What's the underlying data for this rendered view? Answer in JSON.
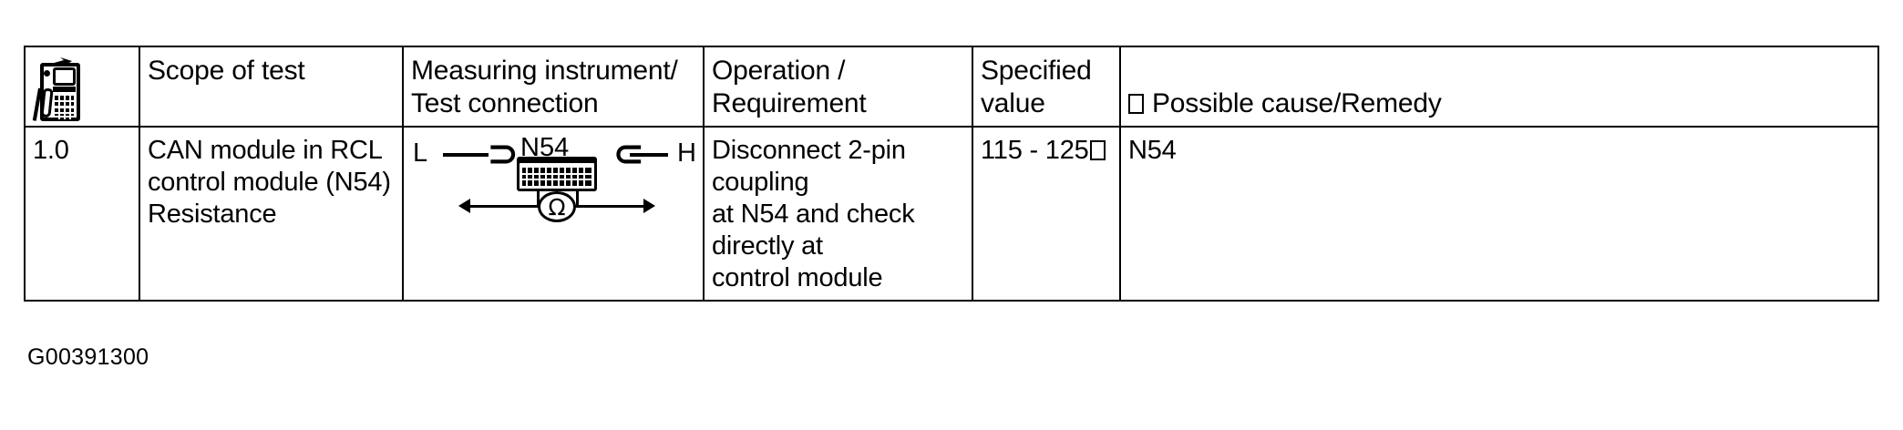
{
  "document": {
    "caption": "G00391300",
    "table": {
      "headers": [
        {
          "key": "icon",
          "label": "",
          "icon": "multimeter-icon"
        },
        {
          "key": "scope",
          "label": "Scope of test"
        },
        {
          "key": "measuring",
          "label": "Measuring instrument/\nTest connection"
        },
        {
          "key": "operation",
          "label": "Operation / Requirement"
        },
        {
          "key": "specified",
          "label": "Specified value"
        },
        {
          "key": "cause",
          "label_prefix_glyph": "missing-glyph-box",
          "label": "Possible  cause/Remedy"
        }
      ],
      "rows": [
        {
          "step": "1.0",
          "scope": "CAN module in RCL\ncontrol module (N54)\nResistance",
          "measuring_diagram": {
            "left_terminal": "L",
            "right_terminal": "H",
            "component_label": "N54",
            "meter_symbol": "Ω",
            "left_connector": "⊃",
            "right_connector": "⊂"
          },
          "operation": "Disconnect 2-pin coupling\nat N54 and check directly at\ncontrol module",
          "specified_value": "115 -   125",
          "specified_value_unit_glyph": "missing-glyph-box",
          "possible_cause": "N54"
        }
      ]
    },
    "colors": {
      "ink": "#000000",
      "paper": "#ffffff"
    }
  }
}
